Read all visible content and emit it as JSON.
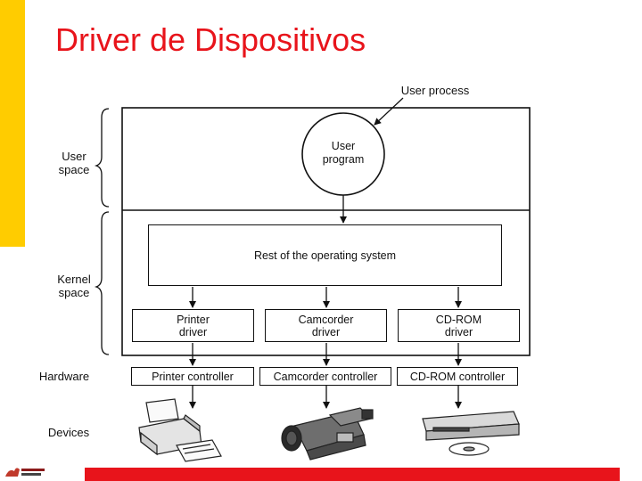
{
  "slide": {
    "title": "Driver de Dispositivos",
    "colors": {
      "title": "#E8141B",
      "accent_bar": "#FFCC00",
      "footer_strip": "#E8141B",
      "ink": "#111111"
    }
  },
  "diagram": {
    "user_process": "User process",
    "user_program": [
      "User",
      "program"
    ],
    "rest_os": "Rest of the operating system",
    "drivers": [
      [
        "Printer",
        "driver"
      ],
      [
        "Camcorder",
        "driver"
      ],
      [
        "CD-ROM",
        "driver"
      ]
    ],
    "controllers": [
      "Printer controller",
      "Camcorder controller",
      "CD-ROM controller"
    ],
    "side_labels": {
      "user_space": [
        "User",
        "space"
      ],
      "kernel_space": [
        "Kernel",
        "space"
      ],
      "hardware": "Hardware",
      "devices": "Devices"
    },
    "device_icons": [
      "printer-icon",
      "camcorder-icon",
      "cdrom-drive-icon"
    ]
  }
}
